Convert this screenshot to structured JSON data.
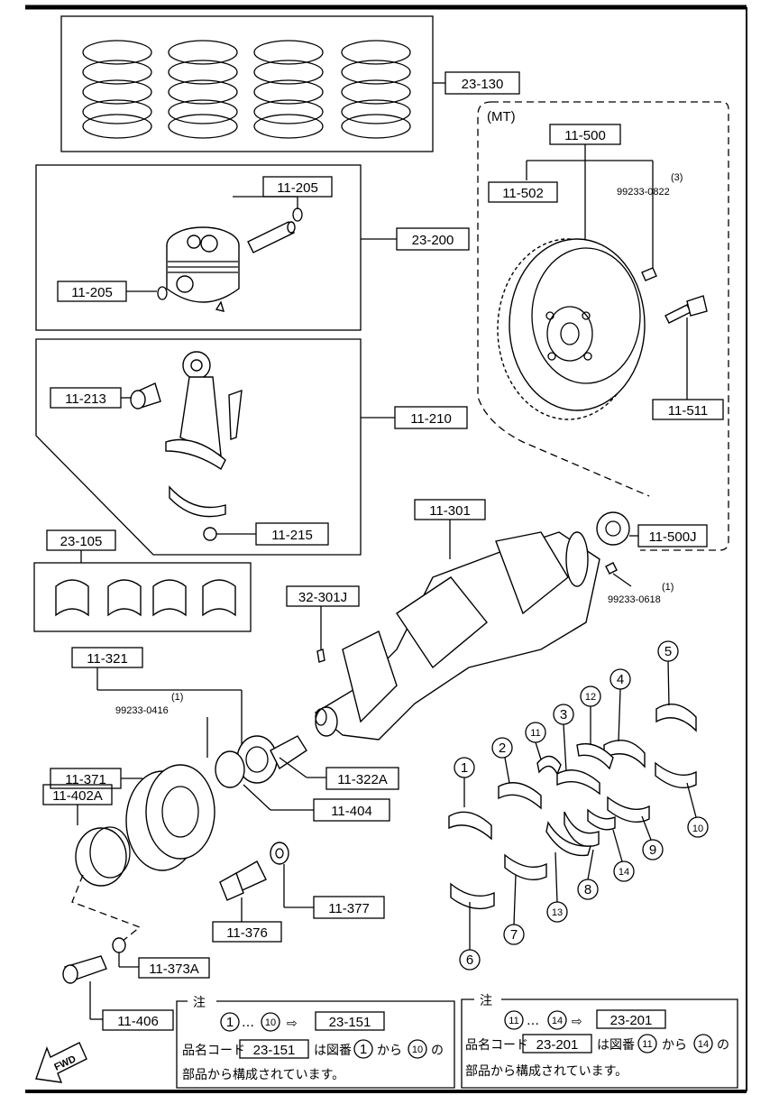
{
  "labels": {
    "p23_130": "23-130",
    "mt": "(MT)",
    "p11_500": "11-500",
    "p11_502": "11-502",
    "qty3": "(3)",
    "p99233_0822": "99233-0822",
    "p11_205a": "11-205",
    "p11_205b": "11-205",
    "p23_200": "23-200",
    "p11_213": "11-213",
    "p11_210": "11-210",
    "p11_215": "11-215",
    "p11_511": "11-511",
    "p11_500J": "11-500J",
    "p11_301": "11-301",
    "qty1a": "(1)",
    "p99233_0618": "99233-0618",
    "p23_105": "23-105",
    "p32_301J": "32-301J",
    "p11_321": "11-321",
    "qty1b": "(1)",
    "p99233_0416": "99233-0416",
    "p11_371": "11-371",
    "p11_402A": "11-402A",
    "p11_322A": "11-322A",
    "p11_404": "11-404",
    "p11_377": "11-377",
    "p11_376": "11-376",
    "p11_373A": "11-373A",
    "p11_406": "11-406",
    "fwd": "FWD"
  },
  "bearing_numbers": [
    "1",
    "2",
    "3",
    "4",
    "5",
    "6",
    "7",
    "8",
    "9",
    "10",
    "11",
    "12",
    "13",
    "14"
  ],
  "notes": {
    "left": {
      "heading": "注",
      "range_start": "1",
      "ellipsis": "…",
      "range_end": "10",
      "arrow": "⇨",
      "ref": "23-151",
      "line2_prefix": "品名コード",
      "line2_code": "23-151",
      "line2_mid": "は図番",
      "line2_from": "1",
      "line2_kara": "から",
      "line2_to": "10",
      "line2_no": "の",
      "line3": "部品から構成されています。"
    },
    "right": {
      "heading": "注",
      "range_start": "11",
      "ellipsis": "…",
      "range_end": "14",
      "arrow": "⇨",
      "ref": "23-201",
      "line2_prefix": "品名コード",
      "line2_code": "23-201",
      "line2_mid": "は図番",
      "line2_from": "11",
      "line2_kara": "から",
      "line2_to": "14",
      "line2_no": "の",
      "line3": "部品から構成されています。"
    }
  }
}
